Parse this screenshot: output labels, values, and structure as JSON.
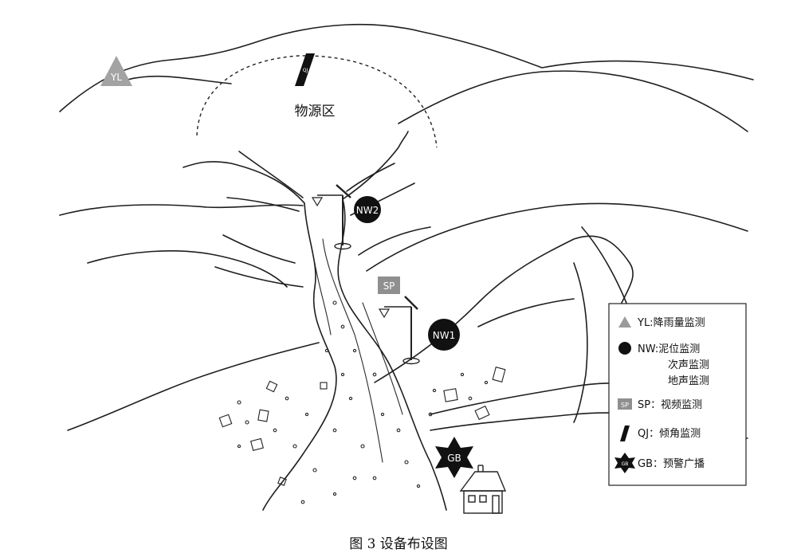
{
  "caption": "图 3 设备布设图",
  "region_label": "物源区",
  "icons": {
    "yl": "YL",
    "nw1": "NW1",
    "nw2": "NW2",
    "sp": "SP",
    "qj": "QJ",
    "gb": "GB"
  },
  "legend": {
    "items": [
      {
        "key": "yl",
        "icon": "triangle-icon",
        "lines": [
          "YL:降雨量监测"
        ]
      },
      {
        "key": "nw",
        "icon": "circle-icon",
        "lines": [
          "NW:泥位监测",
          "次声监测",
          "地声监测"
        ]
      },
      {
        "key": "sp",
        "icon": "square-icon",
        "lines": [
          "SP：视频监测"
        ]
      },
      {
        "key": "qj",
        "icon": "parallelogram-icon",
        "lines": [
          "QJ：倾角监测"
        ]
      },
      {
        "key": "gb",
        "icon": "star-icon",
        "lines": [
          "GB：预警广播"
        ]
      }
    ]
  },
  "colors": {
    "line": "#1e1e1e",
    "grey_icon": "#9a9a9a",
    "black_icon": "#111111"
  }
}
